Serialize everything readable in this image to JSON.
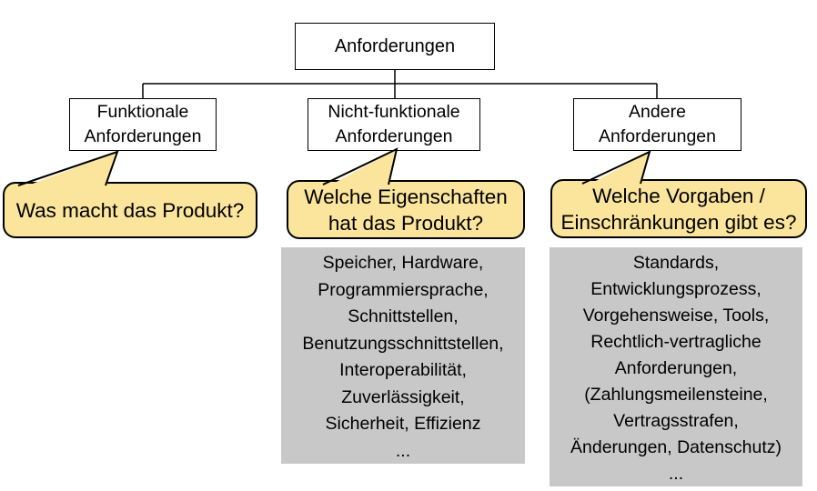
{
  "diagram": {
    "title": "Anforderungen (requirements taxonomy)",
    "root": {
      "label": "Anforderungen"
    },
    "branches": [
      {
        "box_label": "Funktionale\nAnforderungen",
        "question": "Was macht das Produkt?",
        "examples": ""
      },
      {
        "box_label": "Nicht-funktionale\nAnforderungen",
        "question": "Welche Eigenschaften\nhat das Produkt?",
        "examples": "Speicher, Hardware,\nProgrammiersprache,\nSchnittstellen,\nBenutzungsschnittstellen,\nInteroperabilität,\nZuverlässigkeit,\nSicherheit, Effizienz\n..."
      },
      {
        "box_label": "Andere\nAnforderungen",
        "question": "Welche Vorgaben /\nEinschränkungen gibt es?",
        "examples": "Standards,\nEntwicklungsprozess,\nVorgehensweise, Tools,\nRechtlich-vertragliche\nAnforderungen,\n(Zahlungsmeilensteine,\nVertragsstrafen,\nÄnderungen, Datenschutz)\n..."
      }
    ],
    "colors": {
      "callout_fill": "#FBE59D",
      "callout_border": "#000000",
      "examples_fill": "#C8C8C8",
      "box_border": "#000000",
      "background": "#FFFFFF"
    }
  }
}
